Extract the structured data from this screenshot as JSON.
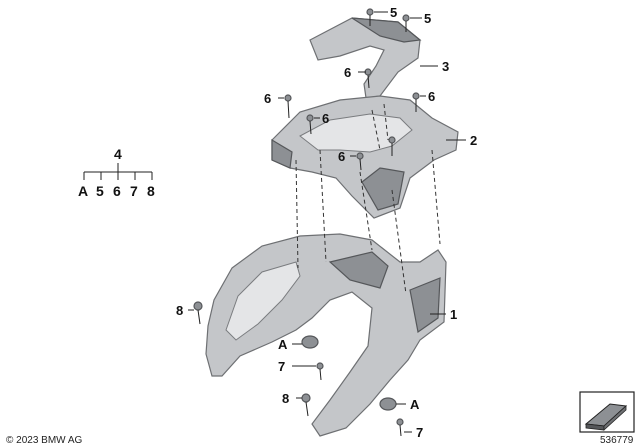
{
  "callouts": {
    "c1": "1",
    "c2": "2",
    "c3": "3",
    "c5a": "5",
    "c5b": "5",
    "c6a": "6",
    "c6b": "6",
    "c6c": "6",
    "c6d": "6",
    "c6e": "6",
    "c7a": "7",
    "c7b": "7",
    "c8a": "8",
    "c8b": "8",
    "cAa": "A",
    "cAb": "A"
  },
  "kit_tree": {
    "parent": "4",
    "children": [
      "A",
      "5",
      "6",
      "7",
      "8"
    ]
  },
  "footer": {
    "copyright": "© 2023 BMW AG",
    "image_number": "536779"
  },
  "colors": {
    "part_fill": "#c4c6c9",
    "part_dark": "#8d9094",
    "outline": "#6e7073"
  }
}
